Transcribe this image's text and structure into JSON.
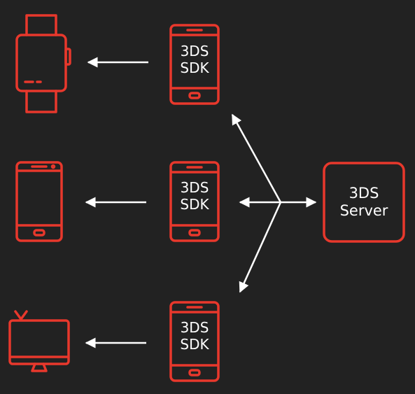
{
  "diagram": {
    "sdk_top": {
      "line1": "3DS",
      "line2": "SDK"
    },
    "sdk_middle": {
      "line1": "3DS",
      "line2": "SDK"
    },
    "sdk_bottom": {
      "line1": "3DS",
      "line2": "SDK"
    },
    "server": {
      "line1": "3DS",
      "line2": "Server"
    },
    "devices": [
      "smartwatch-icon",
      "smartphone-icon",
      "tv-monitor-icon"
    ],
    "colors": {
      "background": "#222222",
      "accent": "#e8382c",
      "arrow": "#ffffff",
      "text": "#ffffff"
    }
  }
}
